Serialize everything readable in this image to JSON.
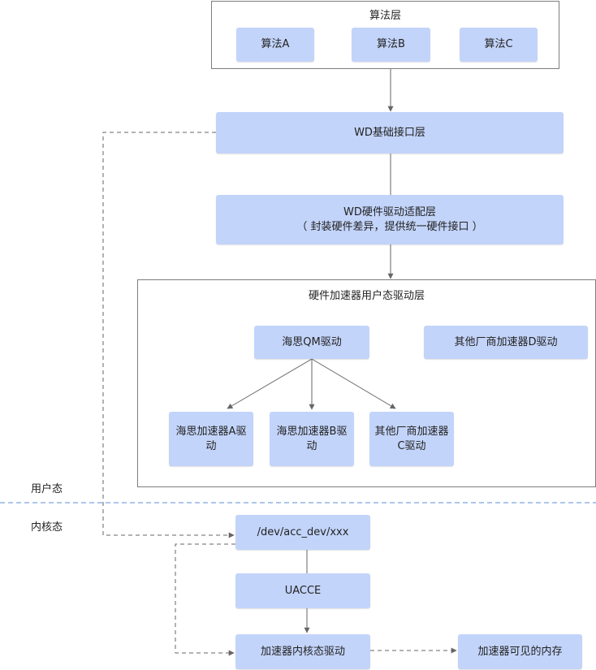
{
  "algorithm_layer": {
    "title": "算法层",
    "items": [
      "算法A",
      "算法B",
      "算法C"
    ]
  },
  "wd_base_layer": {
    "label": "WD基础接口层"
  },
  "wd_hw_adapt_layer": {
    "line1": "WD硬件驱动适配层",
    "line2": "（ 封装硬件差异，提供统一硬件接口 ）"
  },
  "user_driver_layer": {
    "title": "硬件加速器用户态驱动层",
    "qm_driver": "海思QM驱动",
    "other_d_driver": "其他厂商加速器D驱动",
    "driver_a_line1": "海思加速器A驱",
    "driver_a_line2": "动",
    "driver_b_line1": "海思加速器B驱",
    "driver_b_line2": "动",
    "driver_c_line1": "其他厂商加速器",
    "driver_c_line2": "C驱动"
  },
  "zones": {
    "user_mode": "用户态",
    "kernel_mode": "内核态"
  },
  "kernel": {
    "dev_path": "/dev/acc_dev/xxx",
    "uacce": "UACCE",
    "kernel_driver": "加速器内核态驱动",
    "visible_memory": "加速器可见的内存"
  },
  "colors": {
    "box_fill": "#c3d4fa",
    "frame_border": "#7d7d7d",
    "connector": "#666666",
    "divider": "#5b8fd6"
  }
}
